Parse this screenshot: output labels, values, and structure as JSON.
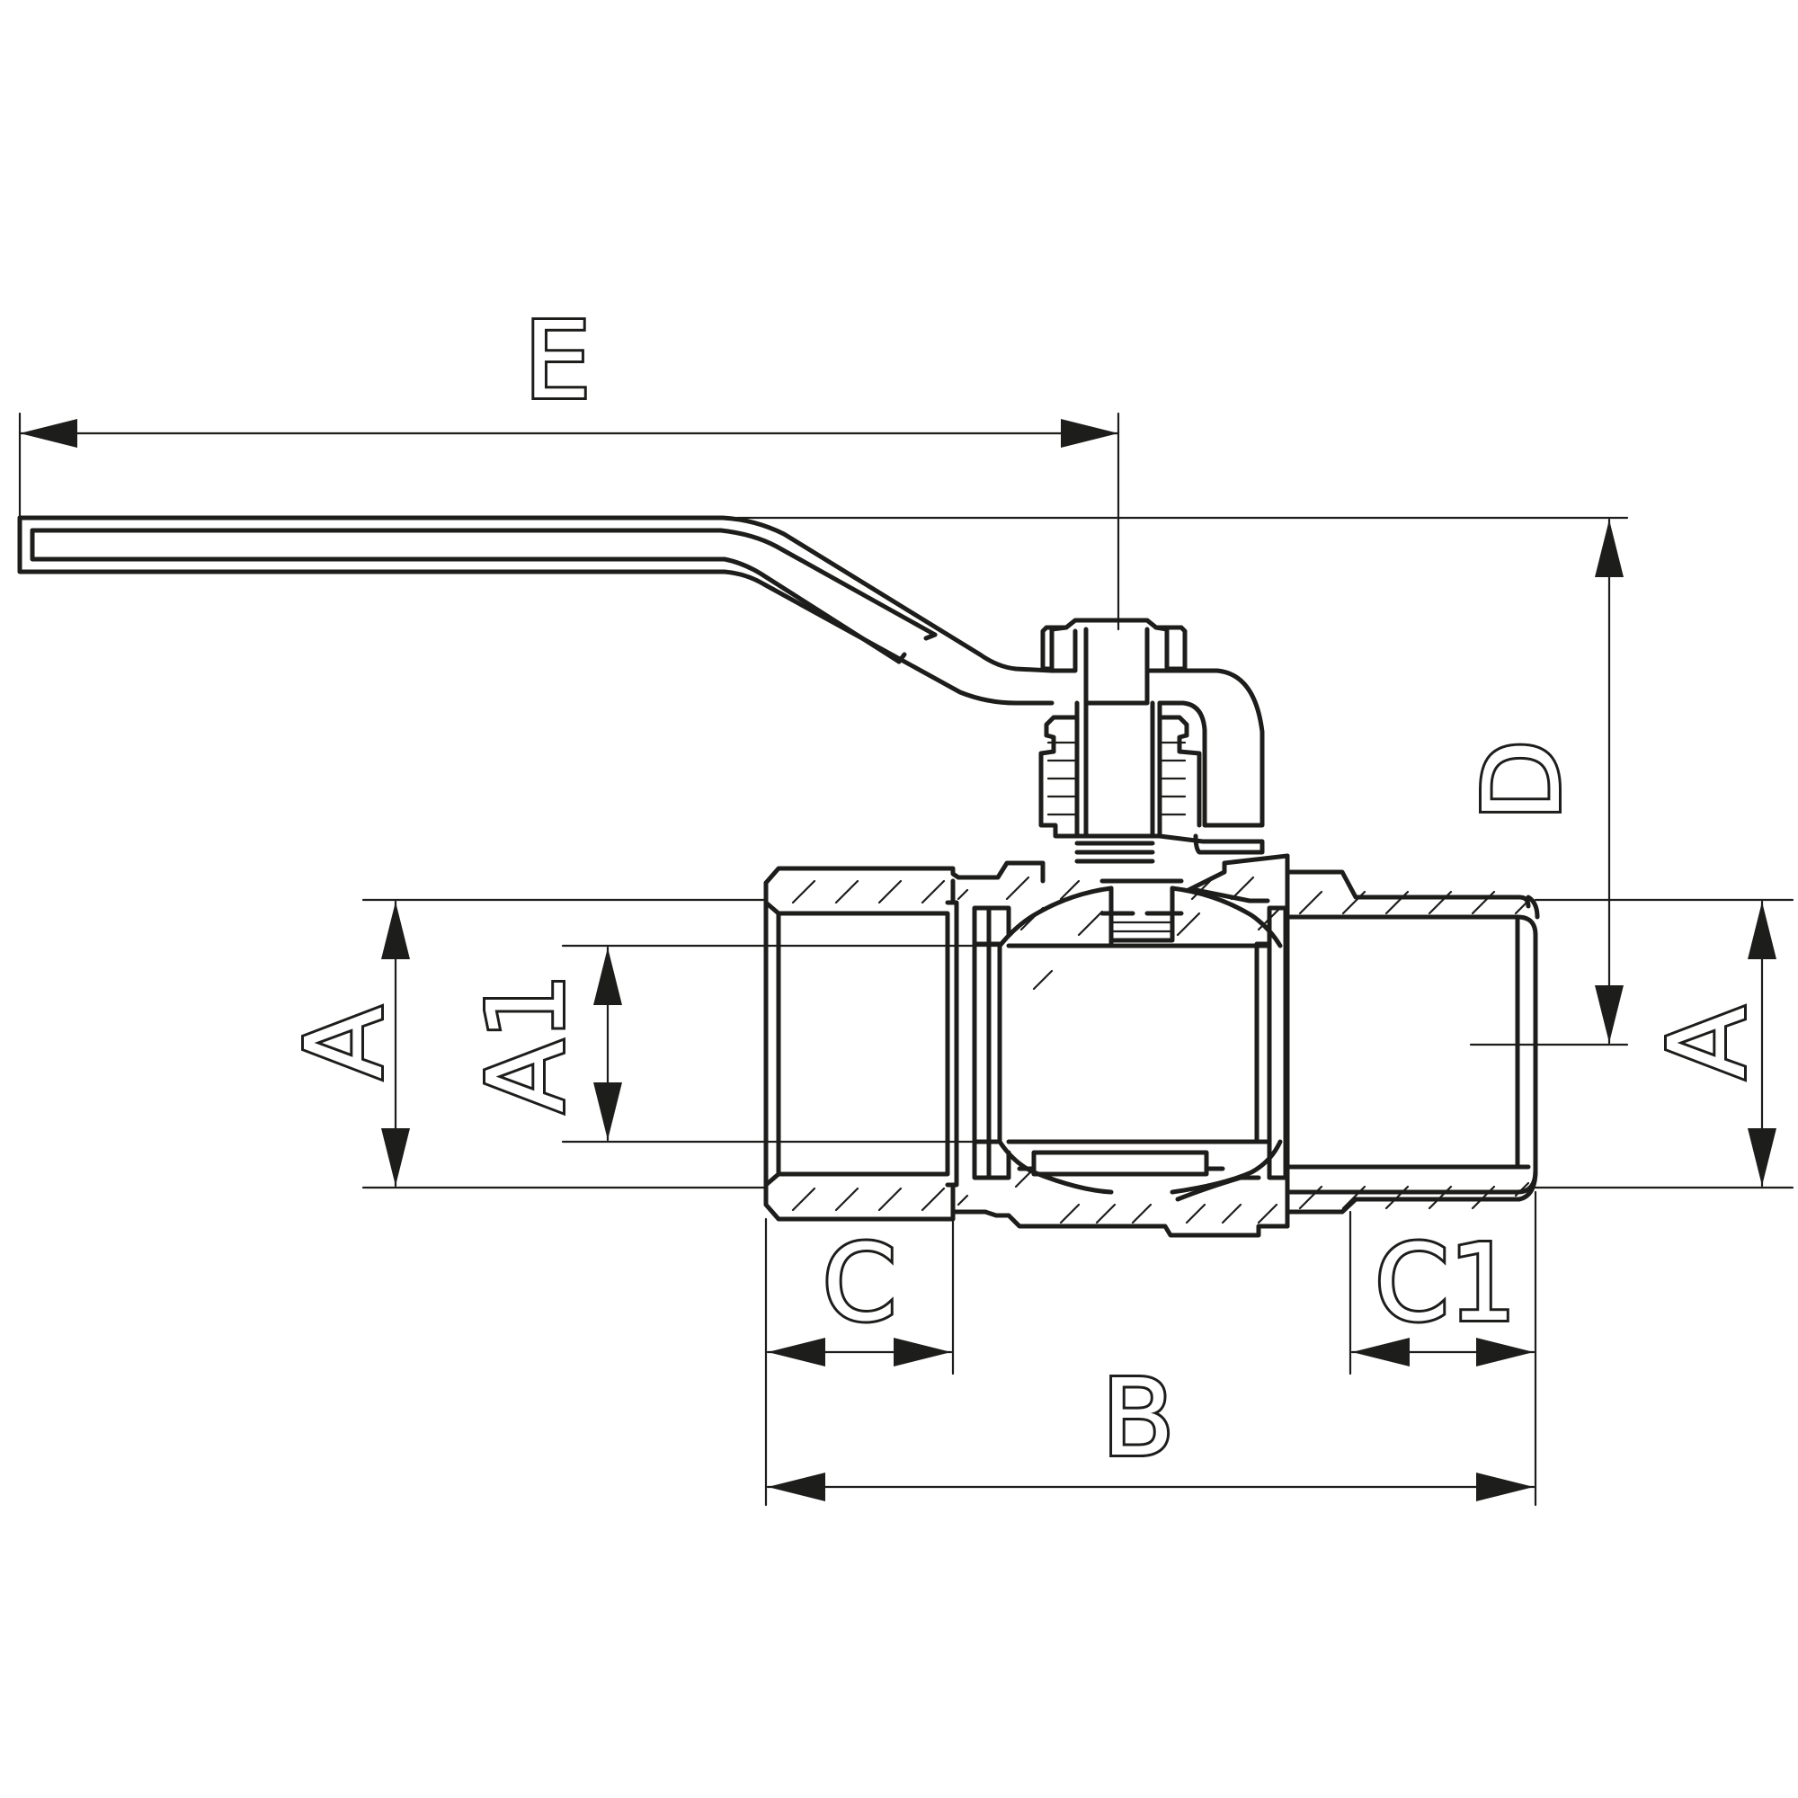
{
  "diagram": {
    "dimension_labels": {
      "E": "E",
      "D": "D",
      "A_left": "A",
      "A1": "A1",
      "A_right": "A",
      "C": "C",
      "C1": "C1",
      "B": "B"
    },
    "colors": {
      "line": "#1d1d1b",
      "background": "#ffffff"
    }
  }
}
